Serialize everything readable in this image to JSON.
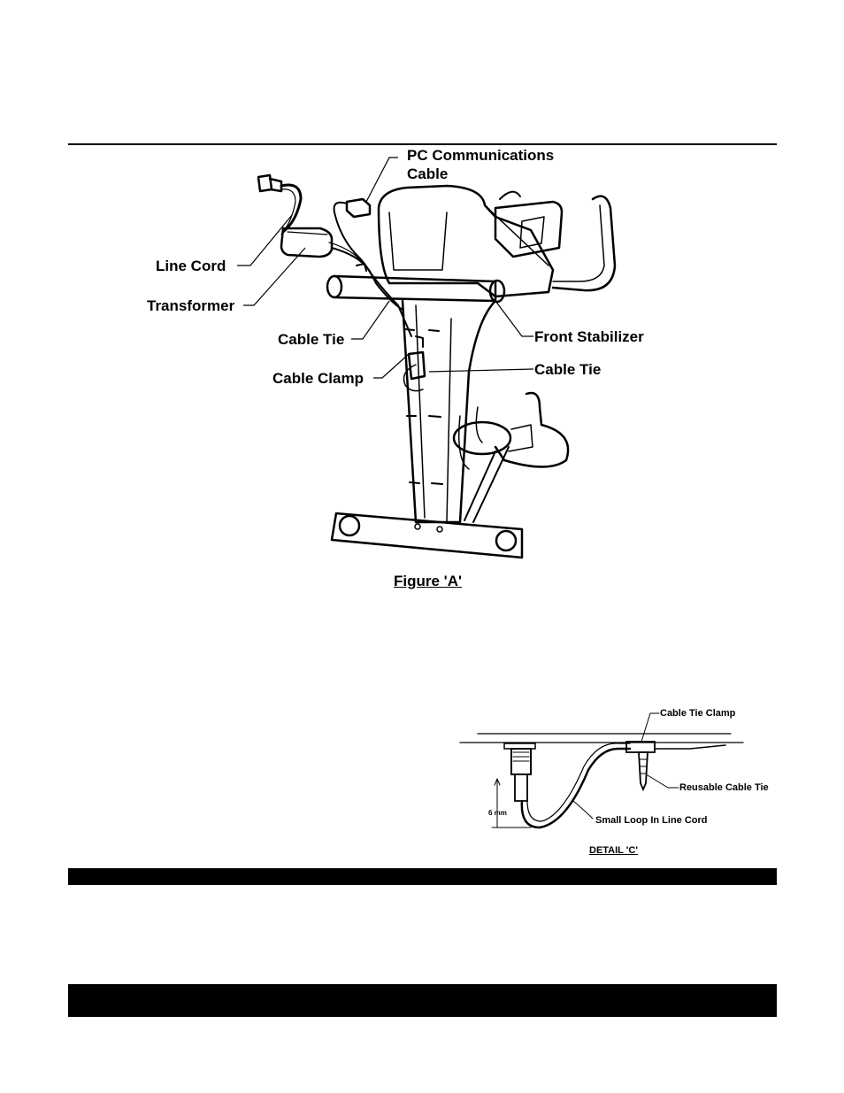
{
  "figure_a": {
    "caption": "Figure 'A'",
    "labels": {
      "pc_cable_line1": "PC Communications",
      "pc_cable_line2": "Cable",
      "line_cord": "Line Cord",
      "transformer": "Transformer",
      "cable_tie_left": "Cable Tie",
      "cable_clamp": "Cable Clamp",
      "front_stabilizer": "Front Stabilizer",
      "cable_tie_right": "Cable Tie"
    }
  },
  "detail_c": {
    "caption": "DETAIL 'C'",
    "labels": {
      "cable_tie_clamp": "Cable Tie Clamp",
      "reusable_cable_tie": "Reusable Cable Tie",
      "small_loop": "Small Loop In Line Cord",
      "dimension": "6 mm"
    }
  }
}
